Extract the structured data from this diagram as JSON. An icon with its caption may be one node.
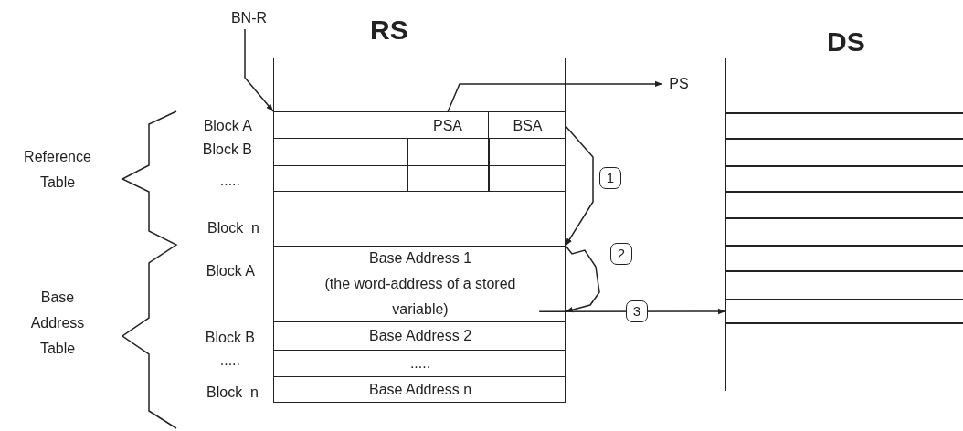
{
  "diagram": {
    "nodes": [
      {
        "text": [
          "RS"
        ]
      },
      {
        "text": [],
        "shape": "box",
        "in": 0,
        "beside": [
          "Block A"
        ]
      },
      {
        "text": [
          "PSA"
        ],
        "in": 1
      },
      {
        "text": [
          "BSA"
        ],
        "in": 1
      },
      {
        "text": [],
        "shape": "box",
        "in": 0,
        "beside": [
          "Block B"
        ]
      },
      {
        "text": [],
        "shape": "box",
        "in": 0,
        "beside": [
          "....."
        ]
      },
      {
        "text": [],
        "shape": "box",
        "in": 0,
        "beside": [
          "Block  n"
        ]
      },
      {
        "text": [
          "Base Address 1",
          "(the word-address of a stored variable)"
        ],
        "in": 0,
        "beside": [
          "Block A"
        ]
      },
      {
        "text": [
          "Base Address 2"
        ],
        "in": 0,
        "beside": [
          "Block B"
        ]
      },
      {
        "text": [
          "....."
        ],
        "in": 0,
        "beside": [
          "....."
        ]
      },
      {
        "text": [
          "Base Address  n"
        ],
        "in": 0,
        "beside": [
          "Block  n"
        ]
      },
      {
        "text": [
          "DS"
        ]
      },
      {
        "text": [
          "BN-R"
        ]
      },
      {
        "text": [
          "PS"
        ]
      }
    ],
    "edges": [
      {
        "from": 12,
        "to": 1,
        "arrow": "to"
      },
      {
        "from": 2,
        "to": 13,
        "arrow": "to"
      },
      {
        "from": 3,
        "to": 7,
        "arrow": "to",
        "label": "1"
      },
      {
        "from": 6,
        "to": 7,
        "arrow": "to",
        "label": "2"
      },
      {
        "from": 7,
        "to": 11,
        "arrow": "to",
        "label": "3"
      }
    ],
    "labels": [
      "Reference Table",
      "Base Address Table"
    ]
  }
}
